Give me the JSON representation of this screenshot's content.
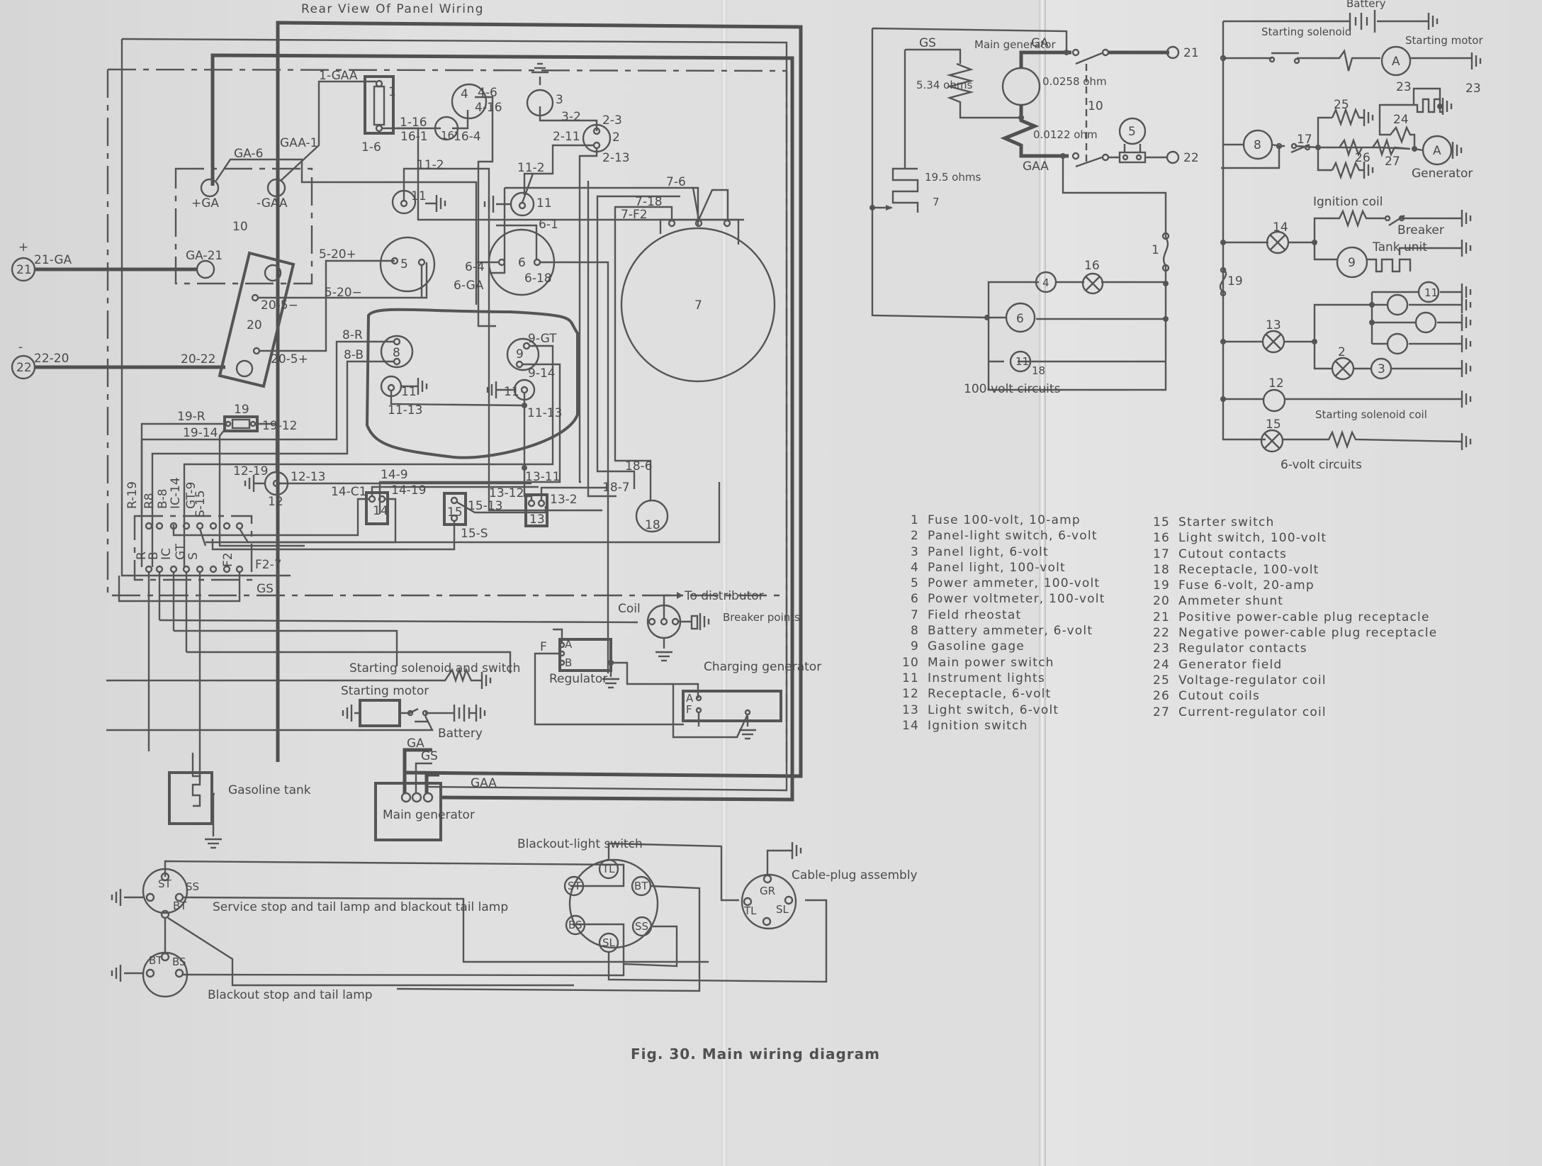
{
  "figure": {
    "caption": "Fig. 30. Main wiring diagram",
    "panel_title": "Rear View Of Panel Wiring"
  },
  "legend": [
    {
      "num": "1",
      "label": "Fuse 100-volt, 10-amp"
    },
    {
      "num": "2",
      "label": "Panel-light switch, 6-volt"
    },
    {
      "num": "3",
      "label": "Panel light, 6-volt"
    },
    {
      "num": "4",
      "label": "Panel light, 100-volt"
    },
    {
      "num": "5",
      "label": "Power ammeter, 100-volt"
    },
    {
      "num": "6",
      "label": "Power voltmeter, 100-volt"
    },
    {
      "num": "7",
      "label": "Field rheostat"
    },
    {
      "num": "8",
      "label": "Battery ammeter, 6-volt"
    },
    {
      "num": "9",
      "label": "Gasoline gage"
    },
    {
      "num": "10",
      "label": "Main power switch"
    },
    {
      "num": "11",
      "label": "Instrument lights"
    },
    {
      "num": "12",
      "label": "Receptacle, 6-volt"
    },
    {
      "num": "13",
      "label": "Light switch, 6-volt"
    },
    {
      "num": "14",
      "label": "Ignition switch"
    },
    {
      "num": "15",
      "label": "Starter switch"
    },
    {
      "num": "16",
      "label": "Light switch, 100-volt"
    },
    {
      "num": "17",
      "label": "Cutout contacts"
    },
    {
      "num": "18",
      "label": "Receptacle, 100-volt"
    },
    {
      "num": "19",
      "label": "Fuse 6-volt, 20-amp"
    },
    {
      "num": "20",
      "label": "Ammeter shunt"
    },
    {
      "num": "21",
      "label": "Positive power-cable plug receptacle"
    },
    {
      "num": "22",
      "label": "Negative power-cable plug receptacle"
    },
    {
      "num": "23",
      "label": "Regulator contacts"
    },
    {
      "num": "24",
      "label": "Generator field"
    },
    {
      "num": "25",
      "label": "Voltage-regulator coil"
    },
    {
      "num": "26",
      "label": "Cutout coils"
    },
    {
      "num": "27",
      "label": "Current-regulator coil"
    }
  ],
  "panel_labels": {
    "plus_ga": "+GA",
    "minus_gaa": "-GAA",
    "ga6": "GA-6",
    "gaa1": "GAA-1",
    "one_gaa": "1-GAA",
    "c10": "10",
    "c1": "1",
    "one16": "1-16",
    "sixteen1": "16-1",
    "one6": "1-6",
    "c16": "16",
    "sixteen4": "16-4",
    "c4": "4",
    "four6": "4-6",
    "four16": "4-16",
    "c3": "3",
    "three2": "3-2",
    "two3": "2-3",
    "c2": "2",
    "two11": "2-11",
    "two13": "2-13",
    "eleven2a": "11-2",
    "c11a": "11",
    "eleven2b": "11-2",
    "c11b": "11",
    "c21": "21",
    "twentyone_ga": "21-GA",
    "plus": "+",
    "c22": "22",
    "twentytwo20": "22-20",
    "minus": "-",
    "ga21": "GA-21",
    "c20": "20",
    "twenty22": "20-22",
    "twenty5m": "20-5−",
    "twenty5p": "20-5+",
    "five20p": "5-20+",
    "five20m": "5-20−",
    "c5": "5",
    "c6": "6",
    "six1": "6-1",
    "six4": "6-4",
    "six_ga": "6-GA",
    "six18": "6-18",
    "seven6": "7-6",
    "seven18": "7-18",
    "sevenf2": "7-F2",
    "c7": "7",
    "eightr": "8-R",
    "eightb": "8-B",
    "c8": "8",
    "c9": "9",
    "nine_gt": "9-GT",
    "nine14": "9-14",
    "c11c": "11",
    "eleven13a": "11-13",
    "c11d": "11",
    "eleven13b": "11-13",
    "thirteen11": "13-11",
    "nineteen_r": "19-R",
    "c19": "19",
    "nineteen14": "19-14",
    "nineteen12": "19-12",
    "twelve19": "12-19",
    "c12": "12",
    "twelve13": "12-13",
    "fourteen9": "14-9",
    "fourteen_c1": "14-C1",
    "fourteen19": "14-19",
    "c14": "14",
    "c15": "15",
    "fifteen13": "15-13",
    "fifteen_s": "15-S",
    "thirteen12": "13-12",
    "thirteen2": "13-2",
    "c13": "13",
    "eighteen6": "18-6",
    "eighteen7": "18-7",
    "c18": "18",
    "r19": "R-19",
    "r8": "R8",
    "b8": "B-8",
    "ic14": "IC-14",
    "gt9": "GT-9",
    "s15": "S-15",
    "term_r": "R",
    "term_b": "B",
    "term_ic": "IC",
    "term_gt": "GT",
    "term_s": "S",
    "term_f2": "F2",
    "f27": "F2-7",
    "gs": "GS"
  },
  "engine_labels": {
    "coil": "Coil",
    "to_distributor": "To distributor",
    "breaker_points": "Breaker points",
    "starting_solenoid_switch": "Starting solenoid and switch",
    "regulator": "Regulator",
    "reg_f": "F",
    "reg_a": "A",
    "reg_b": "B",
    "charging_generator": "Charging generator",
    "cg_a": "A",
    "cg_f": "F",
    "starting_motor": "Starting motor",
    "battery": "Battery",
    "ga": "GA",
    "gs": "GS",
    "gaa": "GAA",
    "main_generator": "Main generator",
    "gasoline_tank": "Gasoline tank",
    "service_lamp": "Service stop and tail lamp and blackout tail lamp",
    "blackout_lamp": "Blackout stop and tail lamp",
    "lamp_st": "ST",
    "lamp_ss": "SS",
    "lamp_bt": "BT",
    "lamp2_bt": "BT",
    "lamp2_bs": "BS",
    "blackout_switch": "Blackout-light switch",
    "sw_tl": "TL",
    "sw_st": "ST",
    "sw_bt": "BT",
    "sw_bs": "BS",
    "sw_ss": "SS",
    "sw_sl": "SL",
    "cable_plug": "Cable-plug assembly",
    "cp_gr": "GR",
    "cp_tl": "TL",
    "cp_sl": "SL"
  },
  "schematic_100v": {
    "title": "100-volt circuits",
    "gs": "GS",
    "main_generator": "Main generator",
    "ga": "GA",
    "gaa": "GAA",
    "r_field": "5.34 ohms",
    "r_arm": "0.0258 ohm",
    "r_shunt": "0.0122 ohm",
    "rheostat": "19.5 ohms",
    "c7": "7",
    "c10": "10",
    "c21": "21",
    "c22": "22",
    "c5": "5",
    "c1": "1",
    "c4": "4",
    "c16": "16",
    "c6": "6",
    "c11": "11",
    "c18": "18"
  },
  "schematic_6v": {
    "title": "6-volt circuits",
    "battery": "Battery",
    "starting_solenoid": "Starting solenoid",
    "starting_motor": "Starting motor",
    "motor_a": "A",
    "c23a": "23",
    "c23b": "23",
    "c25": "25",
    "c24": "24",
    "c8": "8",
    "c17": "17",
    "c26": "26",
    "c27": "27",
    "gen_a": "A",
    "generator": "Generator",
    "ignition_coil": "Ignition coil",
    "breaker": "Breaker",
    "c14": "14",
    "tank_unit": "Tank unit",
    "c9": "9",
    "c19": "19",
    "c13": "13",
    "c11": "11",
    "c2": "2",
    "c3": "3",
    "c12": "12",
    "c15": "15",
    "starting_solenoid_coil": "Starting solenoid coil"
  }
}
